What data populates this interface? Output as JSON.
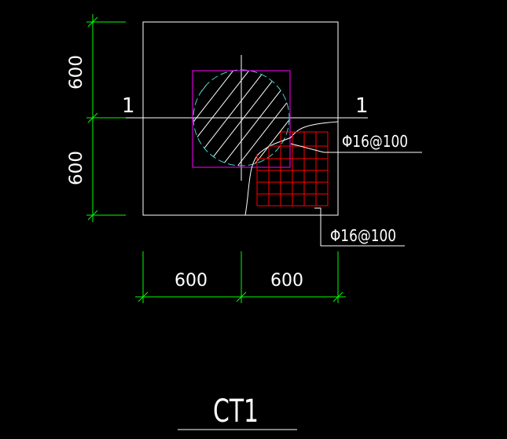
{
  "colors": {
    "background": "#000000",
    "outline": "#ffffff",
    "dimension": "#00ff00",
    "column": "#ff00ff",
    "pile_circle": "#3fd0d0",
    "rebar": "#ff0000"
  },
  "dimensions": {
    "vertical_top": "600",
    "vertical_bottom": "600",
    "horizontal_left": "600",
    "horizontal_right": "600"
  },
  "section_marks": {
    "left": "1",
    "right": "1"
  },
  "rebar_labels": {
    "upper": "Φ16@100",
    "lower": "Φ16@100"
  },
  "drawing_title": "CT1"
}
